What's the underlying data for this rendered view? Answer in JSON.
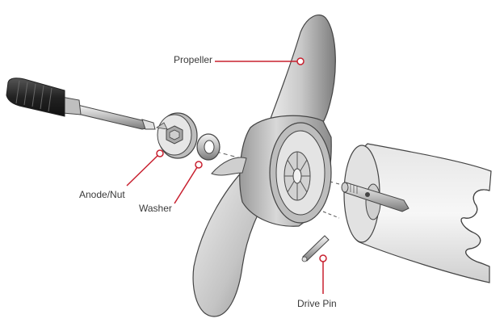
{
  "accent_color": "#c8202f",
  "callouts": {
    "propeller": "Propeller",
    "anode_nut": "Anode/Nut",
    "washer": "Washer",
    "drive_pin": "Drive Pin"
  },
  "parts": {
    "screwdriver": "screwdriver-icon",
    "anode_nut": "anode-nut-icon",
    "washer": "washer-icon",
    "propeller": "propeller-icon",
    "drive_pin": "drive-pin-icon",
    "motor_shaft": "motor-housing-icon"
  }
}
